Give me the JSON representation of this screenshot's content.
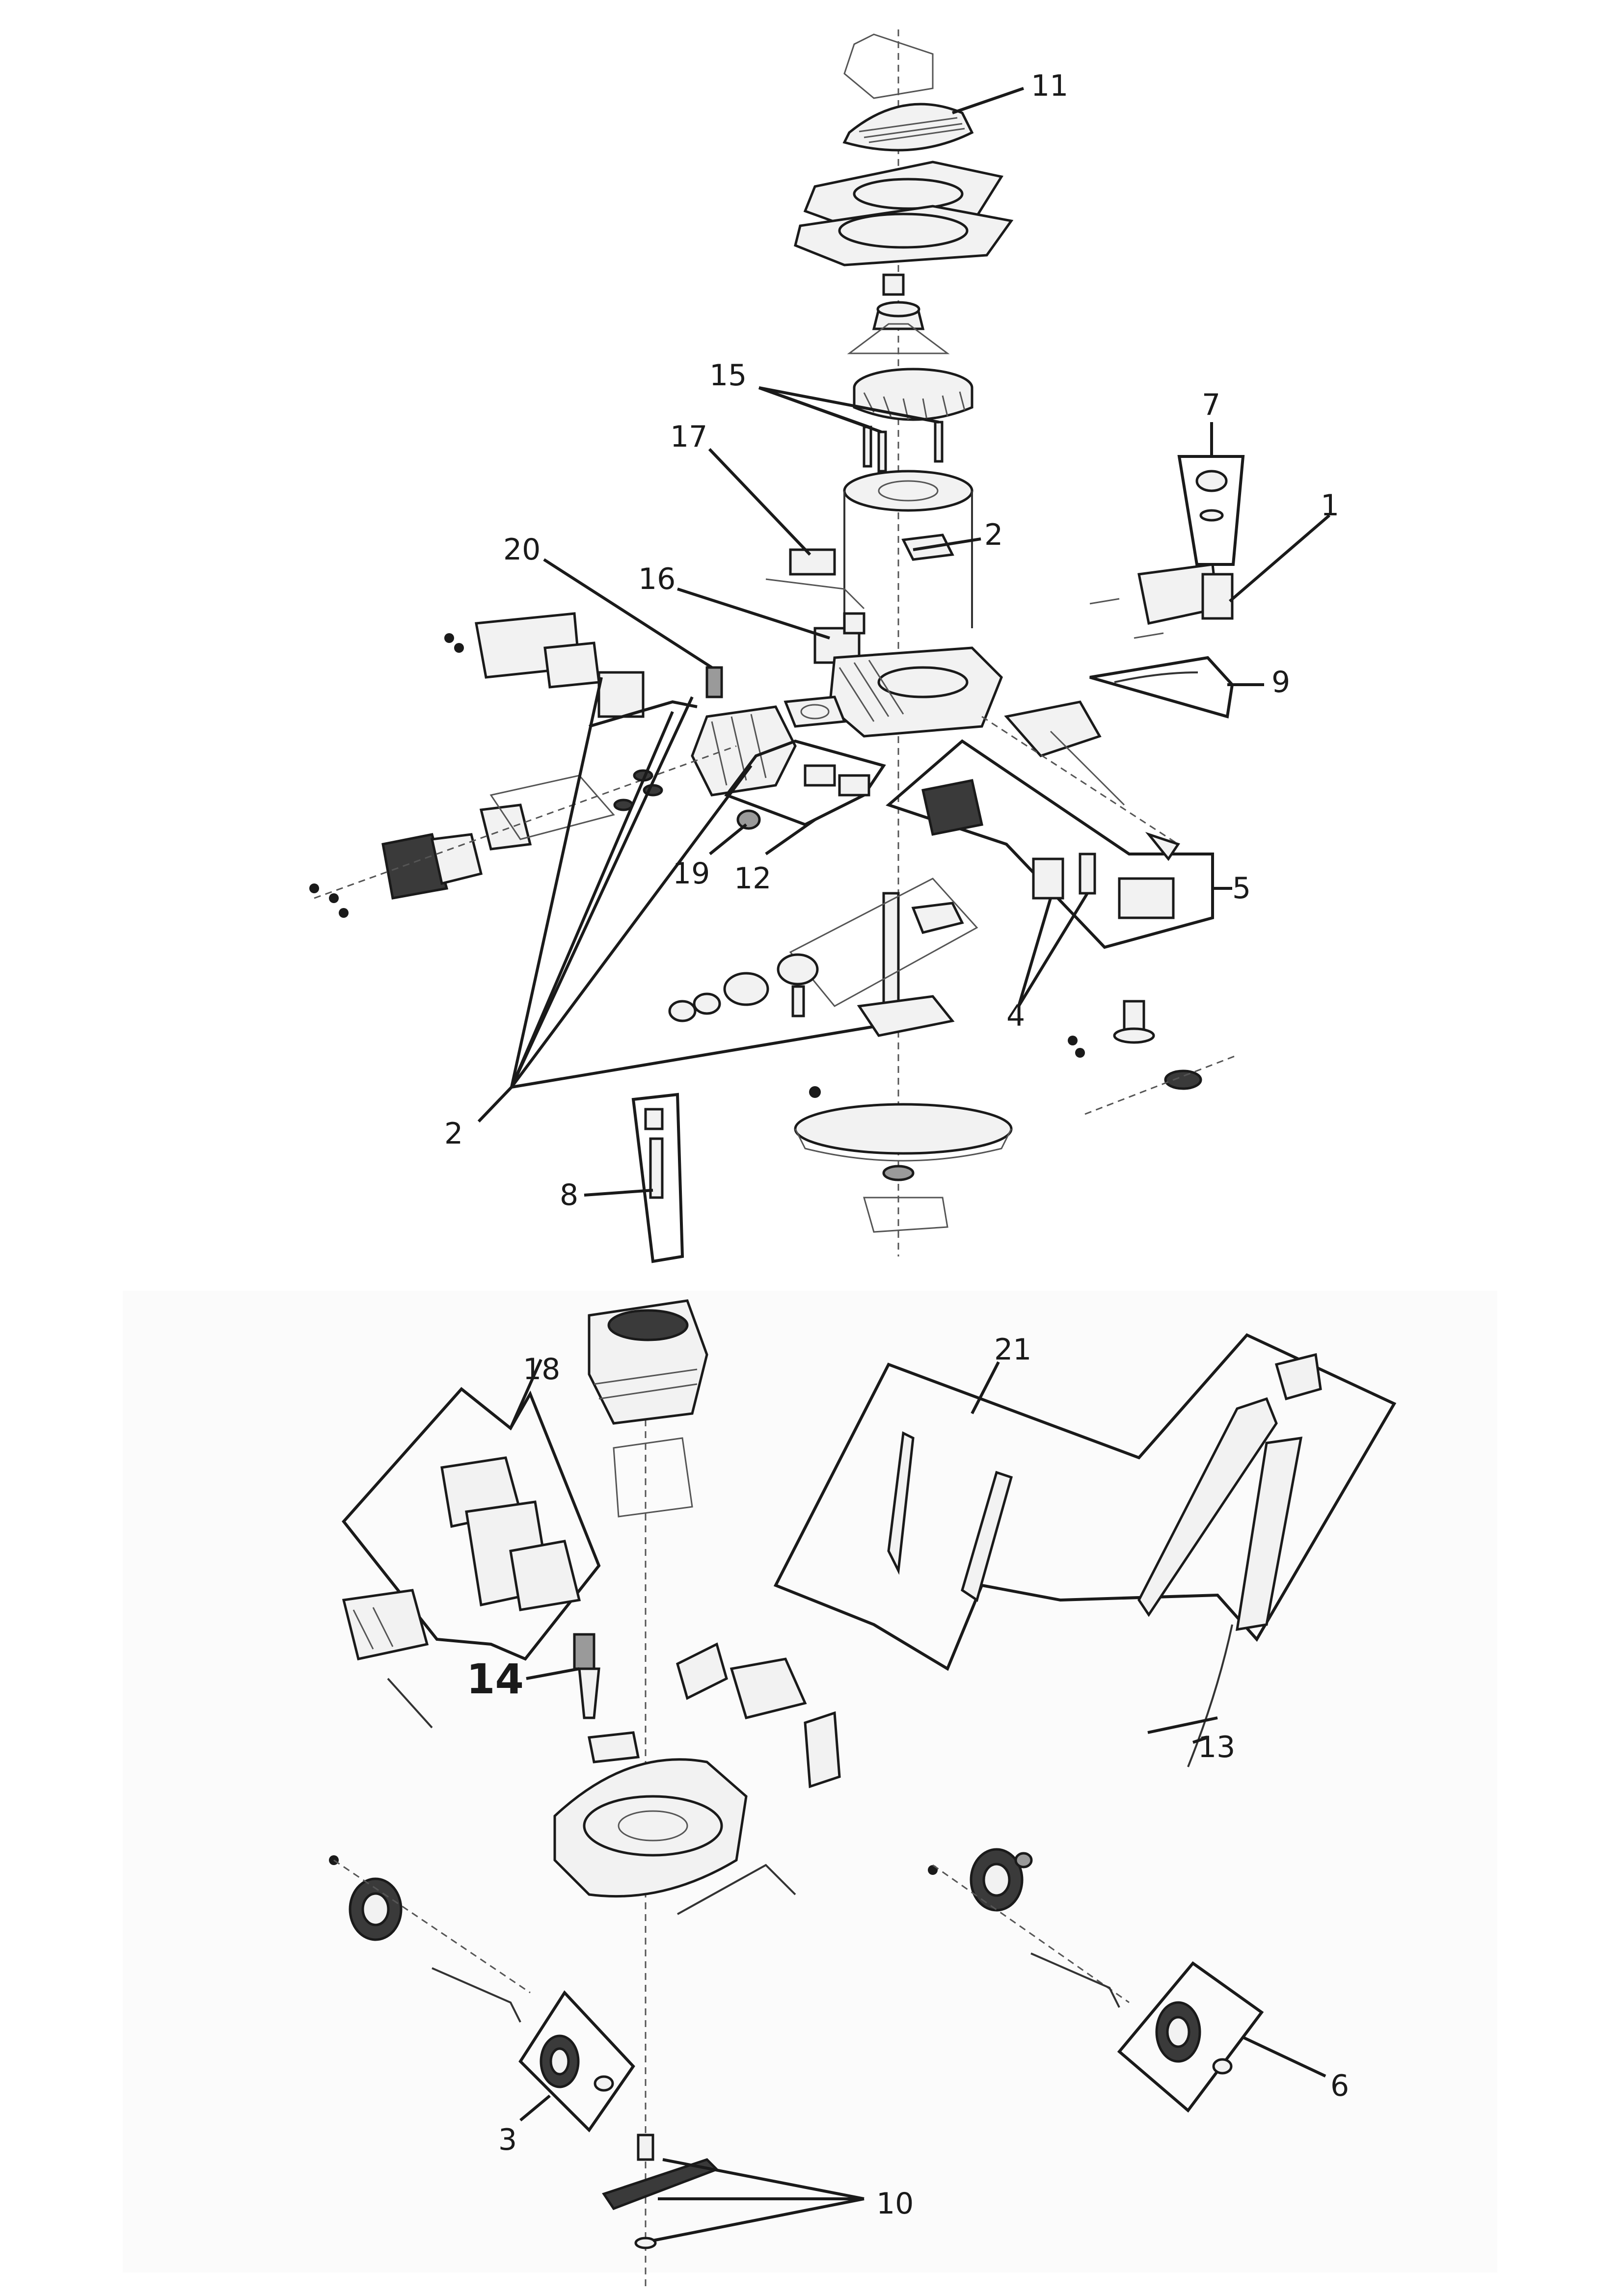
{
  "callouts": [
    {
      "id": "c11",
      "text": "11"
    },
    {
      "id": "c15",
      "text": "15"
    },
    {
      "id": "c7",
      "text": "7"
    },
    {
      "id": "c17",
      "text": "17"
    },
    {
      "id": "c1",
      "text": "1"
    },
    {
      "id": "c2a",
      "text": "2"
    },
    {
      "id": "c20",
      "text": "20"
    },
    {
      "id": "c16",
      "text": "16"
    },
    {
      "id": "c9",
      "text": "9"
    },
    {
      "id": "c5",
      "text": "5"
    },
    {
      "id": "c19",
      "text": "19"
    },
    {
      "id": "c12",
      "text": "12"
    },
    {
      "id": "c4",
      "text": "4"
    },
    {
      "id": "c2b",
      "text": "2"
    },
    {
      "id": "c8",
      "text": "8"
    },
    {
      "id": "c18",
      "text": "18"
    },
    {
      "id": "c21",
      "text": "21"
    },
    {
      "id": "c14",
      "text": "14"
    },
    {
      "id": "c13",
      "text": "13"
    },
    {
      "id": "c3",
      "text": "3"
    },
    {
      "id": "c6",
      "text": "6"
    },
    {
      "id": "c10",
      "text": "10"
    }
  ],
  "colors": {
    "line": "#1a1a1a",
    "part_fill": "#f2f2f2",
    "part_dark": "#3a3a3a",
    "background": "#ffffff"
  }
}
